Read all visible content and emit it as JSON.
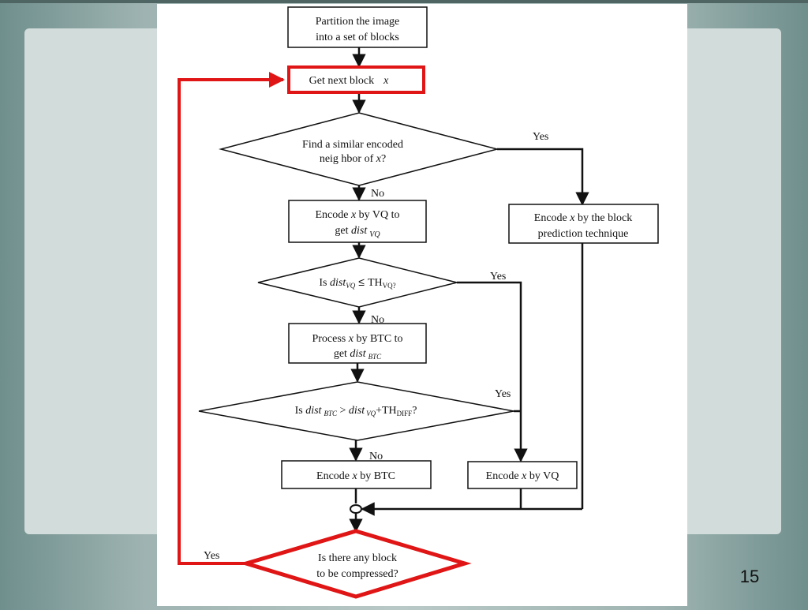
{
  "slide": {
    "page_number": "15"
  },
  "flowchart": {
    "partition_l1": "Partition the image",
    "partition_l2": "into a set of blocks",
    "get_next_text": "Get next block",
    "var_x": "x",
    "find_l1": "Find a similar encoded",
    "find_l2_pre": "neig hbor of ",
    "q": "?",
    "encode_vq_l1_pre": "Encode ",
    "encode_vq_l1_post": " by VQ to",
    "get": "get ",
    "dist": "dist",
    "sub_vq": "VQ",
    "sub_btc": "BTC",
    "sub_diff": "DIFF",
    "block_pred_l1_pre": "Encode ",
    "block_pred_l1_post": " by the block",
    "block_pred_l2": "prediction technique",
    "is": "Is ",
    "leq": "≤",
    "th": "TH",
    "sub_vq_q": "VQ?",
    "process_pre": "Process ",
    "process_post": " by BTC to",
    "gt": " > ",
    "plus_th": "+TH",
    "encode": "Encode ",
    "by_btc": " by BTC",
    "by_vq": " by VQ",
    "any_l1": "Is there any block",
    "any_l2": "to be compressed?",
    "yes": "Yes",
    "no": "No"
  }
}
